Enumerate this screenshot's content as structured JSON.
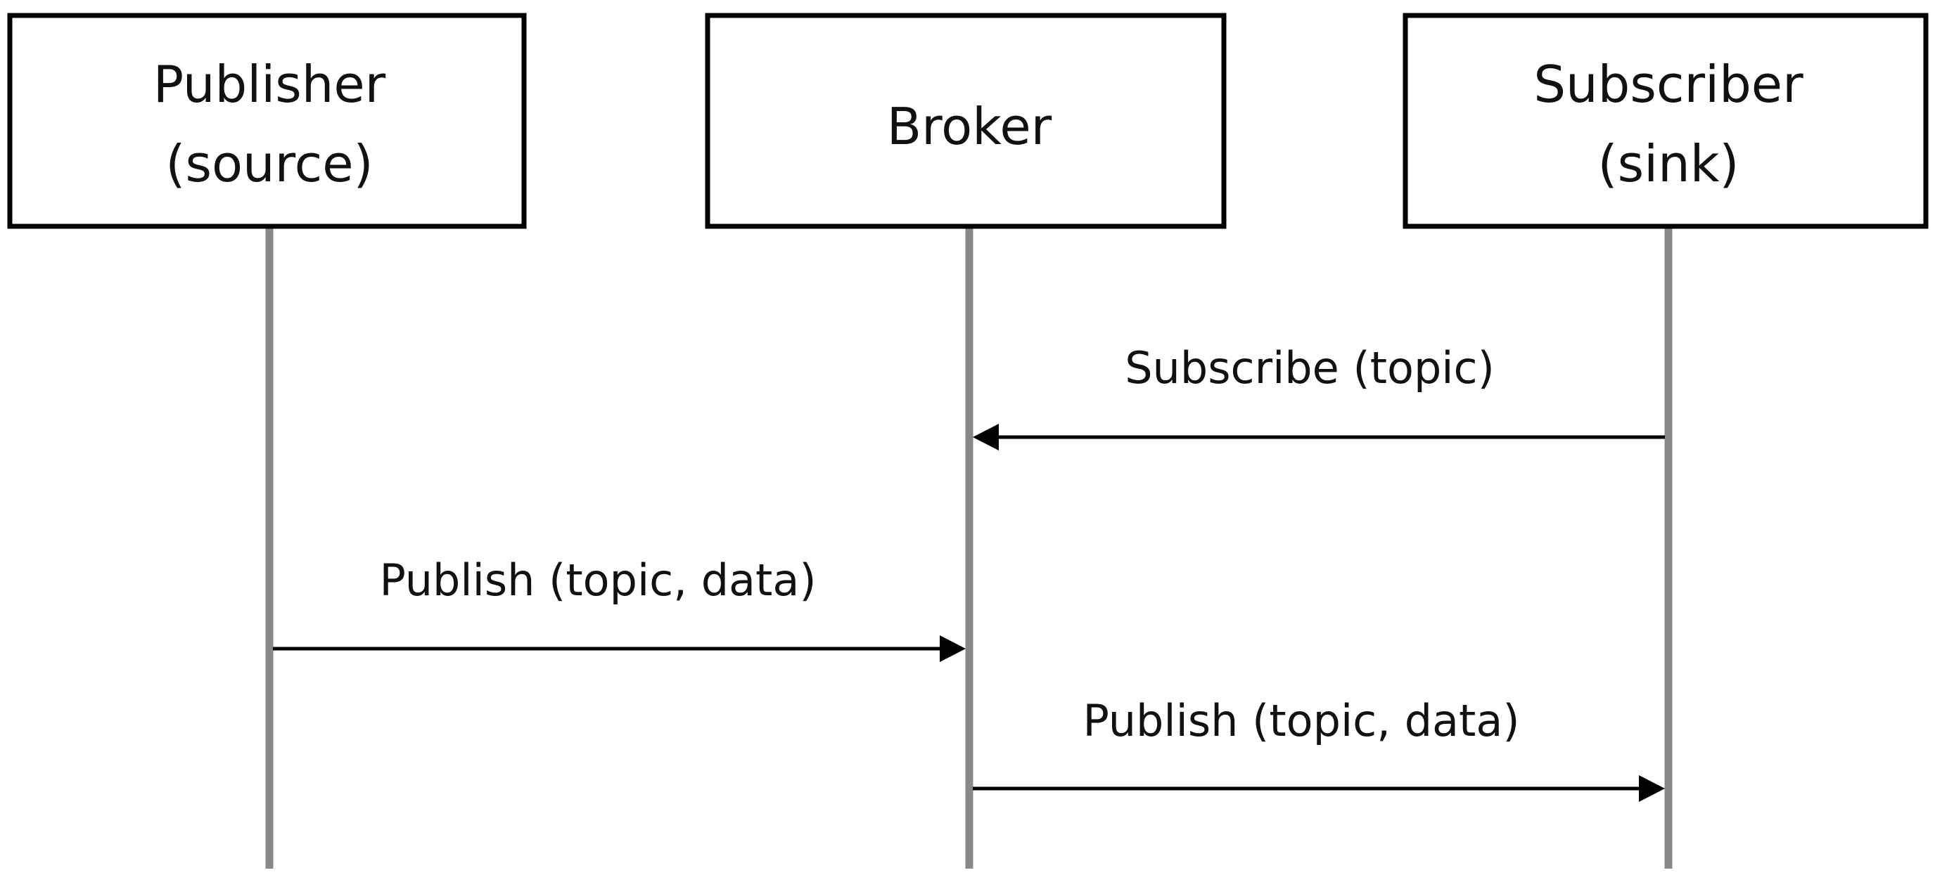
{
  "participants": [
    {
      "id": "publisher",
      "line1": "Publisher",
      "line2": "(source)"
    },
    {
      "id": "broker",
      "line1": "Broker",
      "line2": ""
    },
    {
      "id": "subscriber",
      "line1": "Subscriber",
      "line2": "(sink)"
    }
  ],
  "messages": [
    {
      "id": "subscribe",
      "label": "Subscribe (topic)",
      "from": "subscriber",
      "to": "broker"
    },
    {
      "id": "publish-to-broker",
      "label": "Publish (topic, data)",
      "from": "publisher",
      "to": "broker"
    },
    {
      "id": "publish-to-subscriber",
      "label": "Publish (topic, data)",
      "from": "broker",
      "to": "subscriber"
    }
  ],
  "colors": {
    "box_border": "#000000",
    "lifeline": "#888888",
    "arrow": "#000000",
    "text": "#111111"
  }
}
